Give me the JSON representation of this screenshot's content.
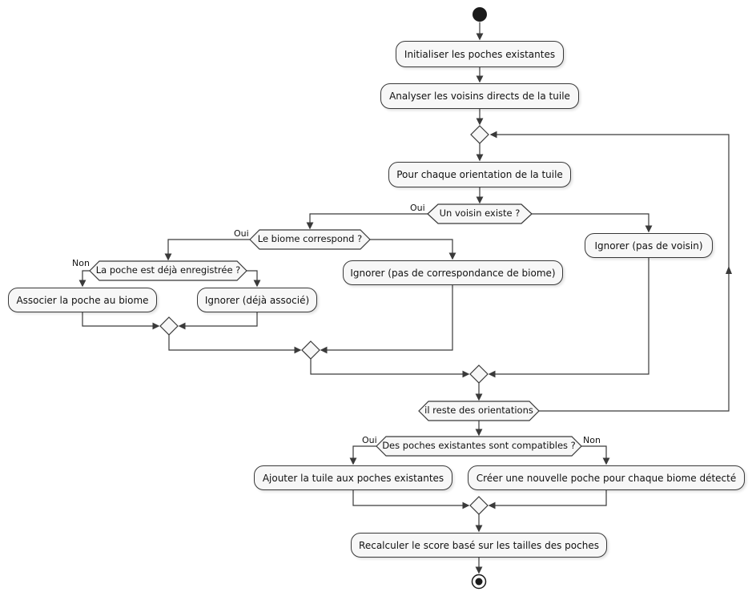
{
  "diagram": {
    "type": "activity-flowchart",
    "nodes": {
      "init": "Initialiser les poches existantes",
      "analyze_neighbors": "Analyser les voisins directs de la tuile",
      "for_each_orientation": "Pour chaque orientation de la tuile",
      "ignore_no_neighbor": "Ignorer (pas de voisin)",
      "ignore_no_biome_match": "Ignorer (pas de correspondance de biome)",
      "associate_pocket": "Associer la poche au biome",
      "ignore_already_associated": "Ignorer (déjà associé)",
      "add_tile_to_pockets": "Ajouter la tuile aux poches existantes",
      "create_new_pocket": "Créer une nouvelle poche pour chaque biome détecté",
      "recalculate_score": "Recalculer le score basé sur les tailles des poches"
    },
    "decisions": {
      "neighbor_exists": "Un voisin existe ?",
      "biome_matches": "Le biome correspond ?",
      "pocket_already_registered": "La poche est déjà enregistrée ?",
      "orientations_remaining": "il reste des orientations",
      "compatible_pockets": "Des poches existantes sont compatibles ?"
    },
    "guards": {
      "neighbor_yes": "Oui",
      "biome_yes": "Oui",
      "pocket_no": "Non",
      "compatible_yes": "Oui",
      "compatible_no": "Non"
    },
    "colors": {
      "node_fill": "#F7F7F7",
      "node_border": "#383838",
      "edge": "#3A3A3A",
      "terminal": "#1A1A1A",
      "background": "#FFFFFF"
    }
  }
}
